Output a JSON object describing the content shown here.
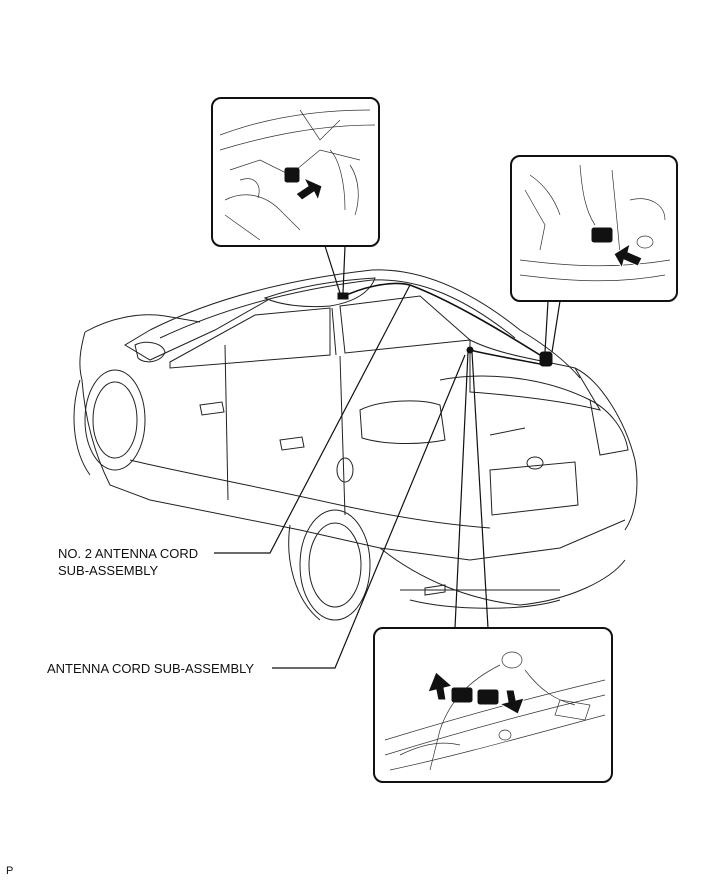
{
  "labels": {
    "cord2_line1": "NO. 2 ANTENNA CORD",
    "cord2_line2": "SUB-ASSEMBLY",
    "cord1": "ANTENNA CORD SUB-ASSEMBLY",
    "corner": "P"
  }
}
